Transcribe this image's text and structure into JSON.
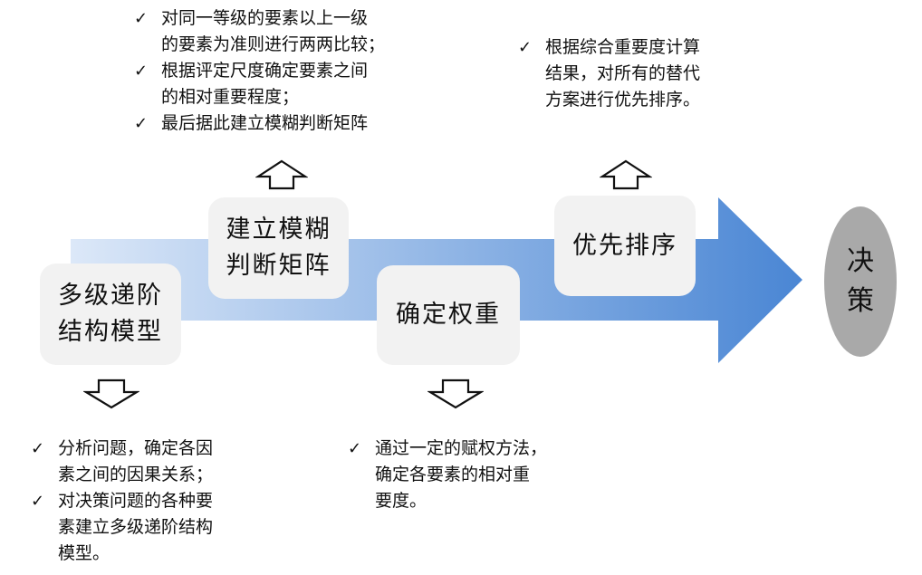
{
  "steps": {
    "hierarchy": {
      "line1": "多级递阶",
      "line2": "结构模型"
    },
    "fuzzy_matrix": {
      "line1": "建立模糊",
      "line2": "判断矩阵"
    },
    "weights": {
      "line1": "确定权重"
    },
    "ranking": {
      "line1": "优先排序"
    }
  },
  "decision": {
    "char1": "决",
    "char2": "策"
  },
  "notes": {
    "check_mark": "✓",
    "fuzzy_matrix": [
      {
        "line1": "对同一等级的要素以上一级",
        "line2": "的要素为准则进行两两比较；"
      },
      {
        "line1": "根据评定尺度确定要素之间",
        "line2": "的相对重要程度；"
      },
      {
        "line1": "最后据此建立模糊判断矩阵"
      }
    ],
    "ranking": [
      {
        "line1": "根据综合重要度计算",
        "line2": "结果，对所有的替代",
        "line3": "方案进行优先排序。"
      }
    ],
    "hierarchy": [
      {
        "line1": "分析问题，确定各因",
        "line2": "素之间的因果关系；"
      },
      {
        "line1": "对决策问题的各种要",
        "line2": "素建立多级递阶结构",
        "line3": "模型。"
      }
    ],
    "weights": [
      {
        "line1": "通过一定的赋权方法，",
        "line2": "确定各要素的相对重",
        "line3": "要度。"
      }
    ]
  },
  "colors": {
    "arrow_start": "#dce8f8",
    "arrow_end": "#4a86d4",
    "box_fill": "#f2f2f2",
    "decision_fill": "#a9a9a9"
  }
}
